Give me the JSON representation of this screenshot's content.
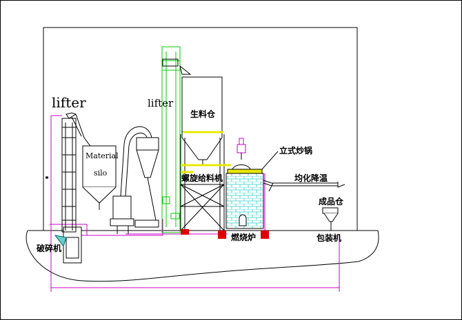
{
  "diagram": {
    "labels": {
      "lifter_left": "lifter",
      "lifter_right": "lifter",
      "material_silo_line1": "Material",
      "material_silo_line2": "silo",
      "raw_material_bin": "生料仓",
      "vertical_cooker": "立式炒锅",
      "screw_feeder": "螺旋给料机",
      "homogenize_cool": "均化降温",
      "product_bin": "成品仓",
      "crusher": "破碎机",
      "furnace": "燃烧炉",
      "packing_machine": "包装机"
    },
    "colors": {
      "outline": "#000000",
      "green_lifter": "#00cc00",
      "magenta_dimension": "#cc00cc",
      "yellow_bands": "#e8e800",
      "red_footings": "#dd0000",
      "cyan_brick": "#33cccc"
    }
  }
}
